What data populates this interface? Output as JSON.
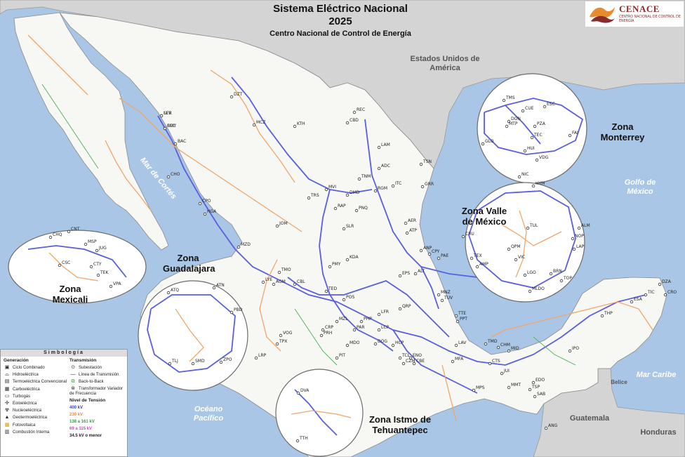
{
  "title": {
    "line1": "Sistema Eléctrico Nacional",
    "line2": "2025",
    "line3": "Centro Nacional de Control de Energía"
  },
  "logo": {
    "name": "CENACE",
    "subtitle": "CENTRO NACIONAL DE CONTROL DE ENERGÍA",
    "colors": {
      "primary": "#8b2c2c",
      "accent": "#e98a2c"
    }
  },
  "zones": {
    "mexicali": "Zona Mexicali",
    "guadalajara": "Zona Guadalajara",
    "valle_mexico": "Zona Valle de México",
    "monterrey": "Zona Monterrey",
    "istmo": "Zona Istmo de Tehuantepec"
  },
  "water_labels": {
    "mar_cortes": "Mar de Cortés",
    "golfo": "Golfo de México",
    "oceano": "Océano Pacífico",
    "caribe": "Mar Caribe"
  },
  "country_labels": {
    "usa": "Estados Unidos de América",
    "guatemala": "Guatemala",
    "honduras": "Honduras",
    "belice": "Belice"
  },
  "legend": {
    "title": "Simbología",
    "generation": {
      "heading": "Generación",
      "items": [
        "Ciclo Combinado",
        "Hidroeléctrica",
        "Termoeléctrica Convencional",
        "Carboeléctrica",
        "Turbogás",
        "Eoloeléctrica",
        "Nucleoeléctrica",
        "Geotermoeléctrica",
        "Fotovoltaica",
        "Combustión Interna"
      ]
    },
    "transmission": {
      "heading": "Transmisión",
      "items": [
        "Subestación",
        "Línea de Transmisión",
        "Back-to-Back",
        "Transformador Variador de Frecuencia"
      ]
    },
    "voltage": {
      "heading": "Nivel de Tensión",
      "levels": [
        {
          "label": "400 kV",
          "color": "#3b3bd6"
        },
        {
          "label": "230 kV",
          "color": "#f08a3c"
        },
        {
          "label": "138 a 161 kV",
          "color": "#2e9e3e"
        },
        {
          "label": "69 a 115 kV",
          "color": "#d43fd4"
        },
        {
          "label": "34.5 kV o menor",
          "color": "#222222"
        }
      ]
    }
  },
  "substations": [
    "SER",
    "ECC",
    "BAC",
    "CHO",
    "CPO",
    "HGA",
    "MZD",
    "JOM",
    "TRS",
    "MVI",
    "DMD",
    "RGM",
    "REC",
    "CBD",
    "LAM",
    "ADC",
    "TNM",
    "RAP",
    "PNQ",
    "SLR",
    "PMY",
    "KDA",
    "EPS",
    "ANP",
    "CPY",
    "PAE",
    "ALT",
    "TMO",
    "AGM",
    "CBL",
    "LYE",
    "TED",
    "POS",
    "LFR",
    "QRP",
    "PHP",
    "MZL",
    "CRP",
    "PRH",
    "PAR",
    "MDO",
    "PIT",
    "LCP",
    "DOG",
    "VOG",
    "TPX",
    "MNZ",
    "TUV",
    "TTE",
    "PPT",
    "LAV",
    "MFA",
    "TMD",
    "CHM",
    "MID",
    "CTS",
    "JUI",
    "EDO",
    "TSP",
    "MMT",
    "SAB",
    "MPS",
    "ANG",
    "IPO",
    "THP",
    "ESA",
    "TIC",
    "DZT",
    "KTH",
    "MCZ",
    "HCP",
    "ENO",
    "CBE",
    "CZM",
    "TCL",
    "LRP",
    "PBD",
    "SMD",
    "ZPO",
    "TLJ",
    "ATQ",
    "ATN",
    "TSN",
    "ITC",
    "GRR",
    "AER",
    "ATP",
    "CUE",
    "TMS",
    "ESC",
    "FAI",
    "GLO",
    "HUI",
    "VDG",
    "PZA",
    "TEC",
    "DON",
    "MTP",
    "NIC",
    "HYM",
    "QPM",
    "TUL",
    "NOP",
    "VIC",
    "LGO",
    "MLDO",
    "BRN",
    "TOP",
    "LAP",
    "CRU",
    "TEX",
    "AMP",
    "ALM",
    "DVA",
    "TTH",
    "MSP",
    "JUG",
    "CTY",
    "TEK",
    "VPA",
    "CSC",
    "CHQ",
    "CNT",
    "DZA",
    "CRO",
    "LEV",
    "RMY"
  ]
}
